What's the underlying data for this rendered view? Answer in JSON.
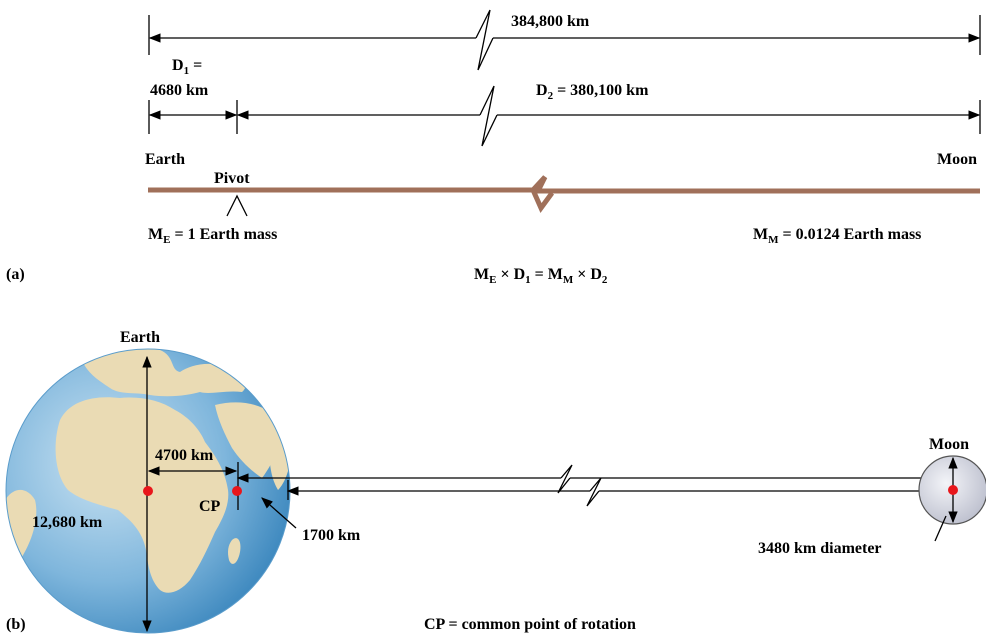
{
  "panel_a": {
    "label": "(a)",
    "total_distance": "384,800 km",
    "d1_label_line1": "D",
    "d1_sub": "1",
    "d1_label_eq": " =",
    "d1_label_line2": "4680 km",
    "d2_label": "D",
    "d2_sub": "2",
    "d2_value": " = 380,100 km",
    "earth_label": "Earth",
    "moon_label": "Moon",
    "pivot_label": "Pivot",
    "me_label": "M",
    "me_sub": "E",
    "me_value": " = 1 Earth mass",
    "mm_label": "M",
    "mm_sub": "M",
    "mm_value": " = 0.0124 Earth mass",
    "equation": {
      "m1": "M",
      "m1_sub": "E",
      "times1": " × D",
      "d1_sub": "1",
      "eq": " = M",
      "m2_sub": "M",
      "times2": " × D",
      "d2_sub": "2"
    },
    "beam_color": "#a0705a"
  },
  "panel_b": {
    "label": "(b)",
    "earth_label": "Earth",
    "moon_label": "Moon",
    "d_4700": "4700 km",
    "cp_label": "CP",
    "d_1700": "1700 km",
    "diameter_earth": "12,680 km",
    "moon_diameter": "3480 km diameter",
    "caption": "CP = common point of rotation",
    "point_color": "#e8161b",
    "ocean_color": "#7fb6dc",
    "land_color": "#eadbb4"
  }
}
